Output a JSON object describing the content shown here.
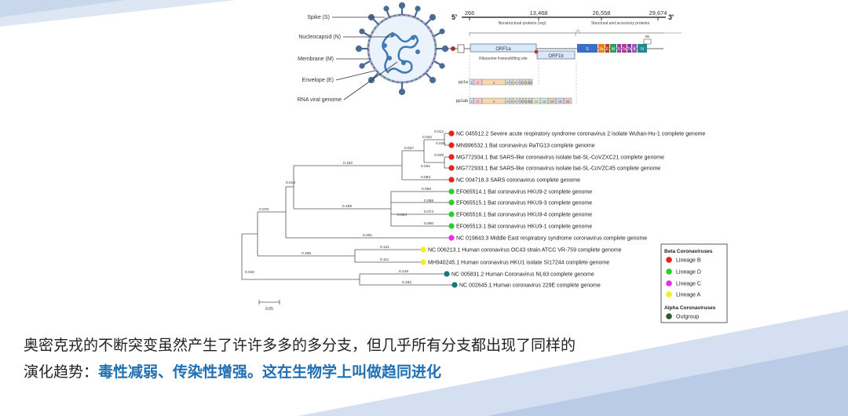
{
  "virion": {
    "labels": [
      "Spike (S)",
      "Nucleocapsid (N)",
      "Membrane (M)",
      "Envelope (E)",
      "RNA viral genome"
    ]
  },
  "genome": {
    "five_prime": "5'",
    "three_prime": "3'",
    "positions": [
      "266",
      "13,468",
      "26,558",
      "29,674"
    ],
    "nonstructural_label": "Nonstructural proteins (rep)",
    "structural_label": "Structural and accessory proteins",
    "orf1a": "ORF1a",
    "orf1b": "ORF1b",
    "frameshift": "Ribosome frameshifting site",
    "pp1a": "pp1a",
    "pp1ab": "pp1ab",
    "genes": [
      "S",
      "3a",
      "E",
      "M",
      "6",
      "7a",
      "7b",
      "8",
      "N",
      "9b"
    ],
    "colors": {
      "S": "#3b6fc4",
      "3a": "#e67e22",
      "E": "#c0392b",
      "M": "#2e9c5a",
      "6": "#8e44ad",
      "7a": "#b03a8e",
      "7b": "#7d3c98",
      "8": "#9b59b6",
      "N": "#1f8b8f",
      "9b": "#555555"
    }
  },
  "tree": {
    "taxa": [
      {
        "label": "NC 045512.2 Severe acute respiratory syndrome coronavirus 2 isolate Wuhan-Hu-1 complete genome",
        "lineage": "B"
      },
      {
        "label": "MN996532.1 Bat coronavirus RaTG13 complete genome",
        "lineage": "B"
      },
      {
        "label": "MG772934.1 Bat SARS-like coronavirus isolate bat-SL-CoVZXC21 complete genome",
        "lineage": "B"
      },
      {
        "label": "MG772933.1 Bat SARS-like coronavirus isolate bat-SL-CoVZC45 complete genome",
        "lineage": "B"
      },
      {
        "label": "NC 004718.3 SARS coronavirus complete genome",
        "lineage": "B"
      },
      {
        "label": "EF065514.1 Bat coronavirus HKU9-2 complete genome",
        "lineage": "D"
      },
      {
        "label": "EF065515.1 Bat coronavirus HKU9-3 complete genome",
        "lineage": "D"
      },
      {
        "label": "EF065516.1 Bat coronavirus HKU9-4 complete genome",
        "lineage": "D"
      },
      {
        "label": "EF065513.1 Bat coronavirus HKU9-1 complete genome",
        "lineage": "D"
      },
      {
        "label": "NC 019843.3 Middle East respiratory syndrome coronavirus complete genome",
        "lineage": "C"
      },
      {
        "label": "NC 006213.1 Human coronavirus OC43 strain ATCC VR-759 complete genome",
        "lineage": "A"
      },
      {
        "label": "MH940245.1 Human coronavirus HKU1 isolate SI17244 complete genome",
        "lineage": "A"
      },
      {
        "label": "NC 005831.2 Human Coronavirus NL63 complete genome",
        "lineage": "Alpha"
      },
      {
        "label": "NC 002645.1 Human coronavirus 229E complete genome",
        "lineage": "Alpha"
      }
    ],
    "branch_lengths": [
      "0.012",
      "0.025",
      "0.032",
      "0.027",
      "0.009",
      "0.031",
      "0.083",
      "0.192",
      "0.019",
      "0.056",
      "0.088",
      "0.074",
      "0.080",
      "0.004",
      "0.189",
      "0.291",
      "0.078",
      "0.121",
      "0.111",
      "0.165",
      "0.145",
      "0.162",
      "0.032"
    ],
    "scale_label": "0.05"
  },
  "legend": {
    "beta_title": "Beta Coronaviruses",
    "alpha_title": "Alpha Coronaviruses",
    "items": [
      {
        "label": "Lineage B",
        "color": "#e8211f"
      },
      {
        "label": "Lineage D",
        "color": "#2ecc2e"
      },
      {
        "label": "Lineage C",
        "color": "#e62ee6"
      },
      {
        "label": "Lineage A",
        "color": "#f5ee22"
      },
      {
        "label": "Outgroup",
        "color": "#2b5a2b"
      }
    ]
  },
  "lineage_colors": {
    "B": "#e8211f",
    "D": "#2ecc2e",
    "C": "#e62ee6",
    "A": "#f5ee22",
    "Alpha": "#137a7a"
  },
  "caption": {
    "line1": "奥密克戎的不断突变虽然产生了许许多多的多分支，但几乎所有分支都出现了同样的",
    "line2_prefix": "演化趋势：",
    "line2_highlight": "毒性减弱、传染性增强。这在生物学上叫做趋同进化"
  }
}
